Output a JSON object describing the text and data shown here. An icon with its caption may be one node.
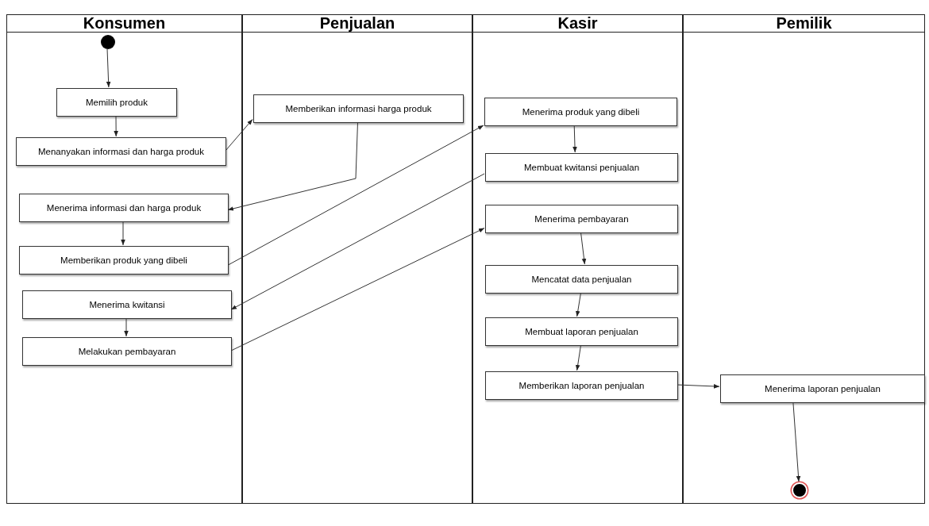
{
  "diagram": {
    "nodes": [
      {
        "text": [
          "Konsumen"
        ]
      },
      {
        "text": [
          "Penjualan"
        ]
      },
      {
        "text": [
          "Kasir"
        ]
      },
      {
        "text": [
          "Pemilik"
        ]
      },
      {
        "text": [],
        "shape": "circle",
        "in": 0
      },
      {
        "text": [
          "Memilih produk"
        ],
        "in": 0
      },
      {
        "text": [
          "Menanyakan informasi dan harga produk"
        ],
        "in": 0
      },
      {
        "text": [
          "Menerima informasi dan harga produk"
        ],
        "in": 0
      },
      {
        "text": [
          "Memberikan produk yang dibeli"
        ],
        "in": 0
      },
      {
        "text": [
          "Menerima kwitansi"
        ],
        "in": 0
      },
      {
        "text": [
          "Melakukan pembayaran"
        ],
        "in": 0
      },
      {
        "text": [
          "Memberikan informasi harga produk"
        ],
        "in": 1
      },
      {
        "text": [
          "Menerima produk yang dibeli"
        ],
        "in": 2
      },
      {
        "text": [
          "Membuat kwitansi penjualan"
        ],
        "in": 2
      },
      {
        "text": [
          "Menerima pembayaran"
        ],
        "in": 2
      },
      {
        "text": [
          "Mencatat data penjualan"
        ],
        "in": 2
      },
      {
        "text": [
          "Membuat laporan penjualan"
        ],
        "in": 2
      },
      {
        "text": [
          "Memberikan laporan penjualan"
        ],
        "in": 2
      },
      {
        "text": [
          "Menerima laporan penjualan"
        ],
        "in": 3
      },
      {
        "text": [],
        "shape": "circle",
        "in": 3
      }
    ],
    "edges": [
      {
        "from": 4,
        "to": 5,
        "arrow": "to"
      },
      {
        "from": 5,
        "to": 6,
        "arrow": "to"
      },
      {
        "from": 6,
        "to": 11,
        "arrow": "to"
      },
      {
        "from": 11,
        "to": 7,
        "arrow": "to"
      },
      {
        "from": 7,
        "to": 8,
        "arrow": "to"
      },
      {
        "from": 8,
        "to": 12,
        "arrow": "to"
      },
      {
        "from": 13,
        "to": 9,
        "arrow": "to"
      },
      {
        "from": 9,
        "to": 10,
        "arrow": "to"
      },
      {
        "from": 10,
        "to": 14,
        "arrow": "to"
      },
      {
        "from": 12,
        "to": 13,
        "arrow": "to"
      },
      {
        "from": 14,
        "to": 15,
        "arrow": "to"
      },
      {
        "from": 15,
        "to": 16,
        "arrow": "to"
      },
      {
        "from": 16,
        "to": 17,
        "arrow": "to"
      },
      {
        "from": 17,
        "to": 18,
        "arrow": "to"
      },
      {
        "from": 18,
        "to": 19,
        "arrow": "to"
      }
    ]
  }
}
